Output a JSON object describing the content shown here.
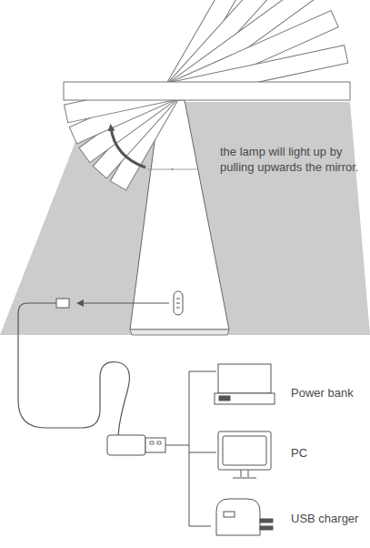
{
  "diagram": {
    "labels": [
      "the lamp will light up by pulling upwards the mirror.",
      "Power bank",
      "PC",
      "USB charger"
    ]
  }
}
